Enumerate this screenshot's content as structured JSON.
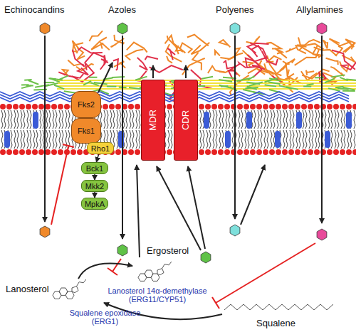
{
  "diagram": {
    "nodes": [
      {
        "text": [
          "Fks2"
        ]
      },
      {
        "text": [
          "Fks1"
        ]
      },
      {
        "text": [
          "Rho1"
        ]
      },
      {
        "text": [
          "Bck1"
        ]
      },
      {
        "text": [
          "Mkk2"
        ]
      },
      {
        "text": [
          "MpkA"
        ]
      },
      {
        "text": [
          "MDR"
        ]
      },
      {
        "text": [
          "CDR"
        ]
      }
    ],
    "edges": [
      {
        "from": 2,
        "to": 3,
        "arrow": "to"
      },
      {
        "from": 3,
        "to": 4,
        "arrow": "to"
      },
      {
        "from": 4,
        "to": 5,
        "arrow": "to"
      }
    ],
    "labels": [
      "Echinocandins",
      "Azoles",
      "Polyenes",
      "Allylamines",
      "Ergosterol",
      "Lanosterol 14α-demethylase (ERG11/CYP51)",
      "Lanosterol",
      "Squalene epoxidase (ERG1)",
      "Squalene"
    ]
  }
}
